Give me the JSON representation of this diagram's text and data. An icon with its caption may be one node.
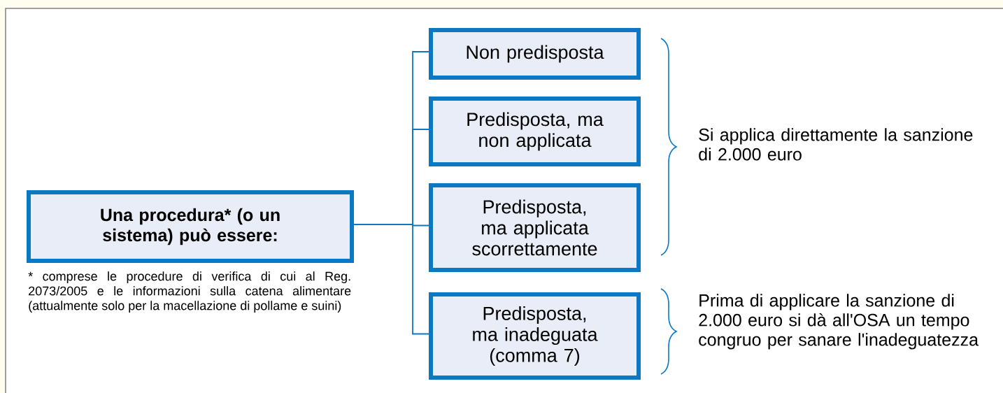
{
  "diagram": {
    "nodes": [
      {
        "text": [
          "Una procedura* (o un sistema) può essere:"
        ]
      },
      {
        "text": [
          "Non predisposta"
        ]
      },
      {
        "text": [
          "Predisposta, ma non applicata"
        ]
      },
      {
        "text": [
          "Predisposta, ma applicata scorrettamente"
        ]
      },
      {
        "text": [
          "Predisposta, ma inadeguata (comma 7)"
        ]
      }
    ],
    "edges": [
      {
        "from": 0,
        "to": 1,
        "arrow": "none"
      },
      {
        "from": 0,
        "to": 2,
        "arrow": "none"
      },
      {
        "from": 0,
        "to": 3,
        "arrow": "none"
      },
      {
        "from": 0,
        "to": 4,
        "arrow": "none"
      }
    ],
    "labels": [
      "* comprese le procedure di verifica di cui al Reg. 2073/2005 e le informazioni sulla catena alimentare (attualmente solo per la macellazione di pollame e suini)",
      "Si applica direttamente la sanzione di 2.000 euro",
      "Prima di applicare la sanzione di 2.000 euro si dà all'OSA un tempo congruo per sanare l'inadeguatezza"
    ]
  }
}
